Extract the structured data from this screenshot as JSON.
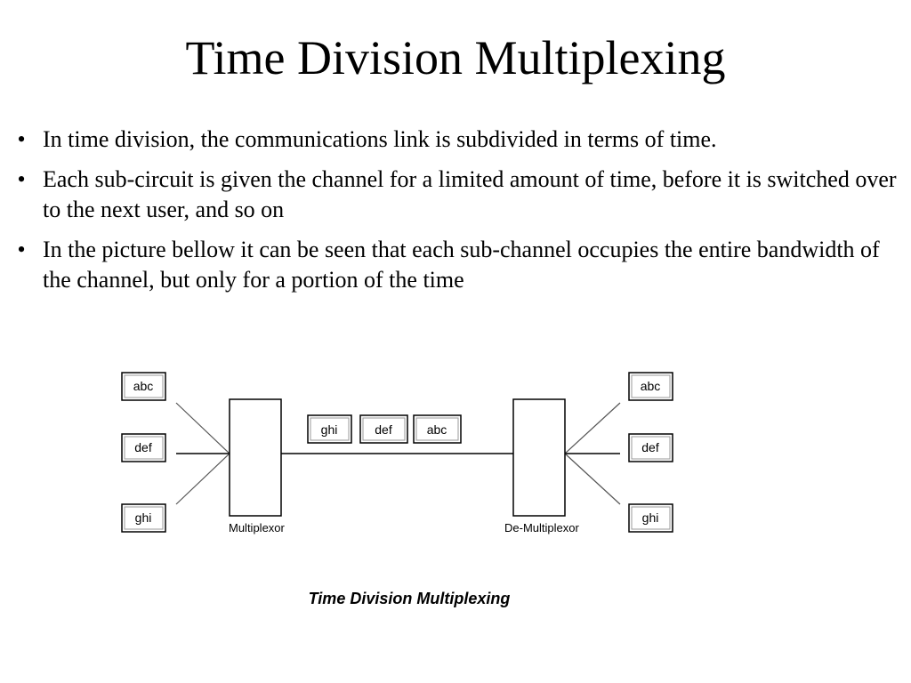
{
  "title": "Time Division Multiplexing",
  "bullets": [
    "In time division, the communications link is subdivided in terms of time.",
    "Each sub-circuit is given the channel for a limited amount of time, before it is switched over to the next user, and so on",
    "In the picture bellow it can be seen that each sub-channel occupies the entire bandwidth of the channel, but only for a portion of the time"
  ],
  "bullet_symbol": "•",
  "diagram": {
    "inputs": [
      "abc",
      "def",
      "ghi"
    ],
    "frame": [
      "ghi",
      "def",
      "abc"
    ],
    "outputs": [
      "abc",
      "def",
      "ghi"
    ],
    "multiplexor_label": "Multiplexor",
    "demultiplexor_label": "De-Multiplexor",
    "caption": "Time Division Multiplexing"
  }
}
